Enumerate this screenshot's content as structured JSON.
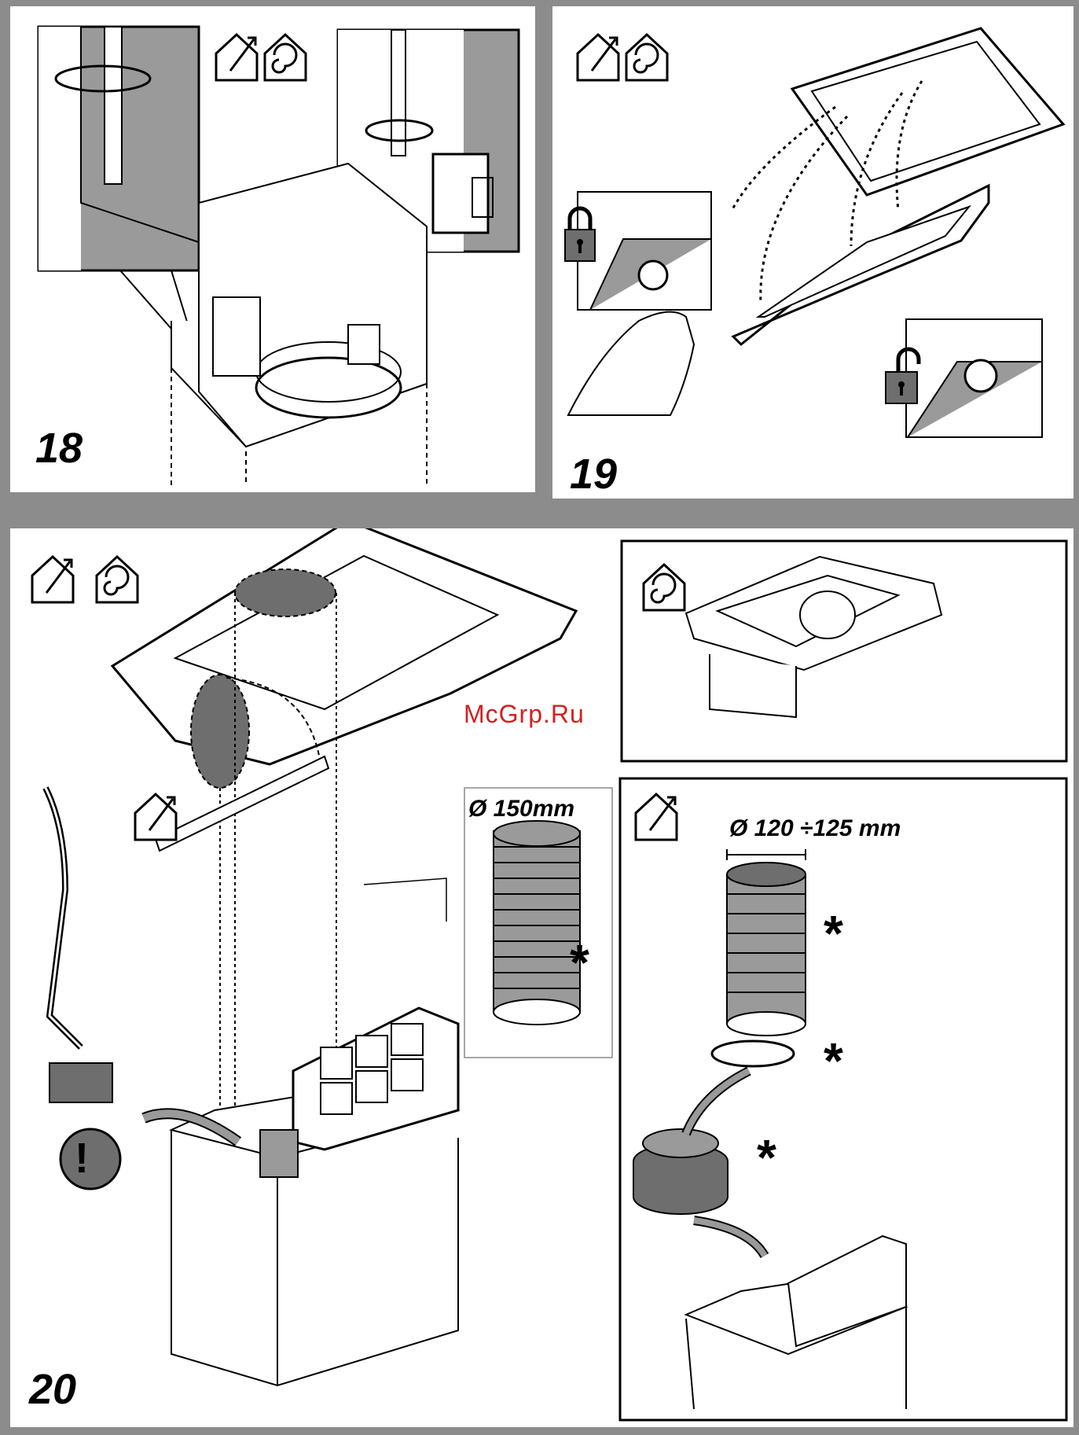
{
  "steps": {
    "step18": "18",
    "step19": "19",
    "step20": "20"
  },
  "duct_sizes": {
    "large_duct": "Ø 150mm",
    "small_duct": "Ø 120 ÷125 mm"
  },
  "optional_mark": "*",
  "warning_symbol": "!",
  "watermark": "McGrp.Ru",
  "icons": {
    "ducted_mode": "house-arrow-out-icon",
    "recirculation_mode": "house-swirl-icon",
    "lock": "padlock-closed-icon",
    "unlock": "padlock-open-icon",
    "warning": "exclamation-circle-icon"
  },
  "colors": {
    "background": "#8c8c8c",
    "panel": "#ffffff",
    "fill_grey": "#9a9a9a",
    "dark_grey": "#6e6e6e",
    "watermark": "#d32020"
  }
}
